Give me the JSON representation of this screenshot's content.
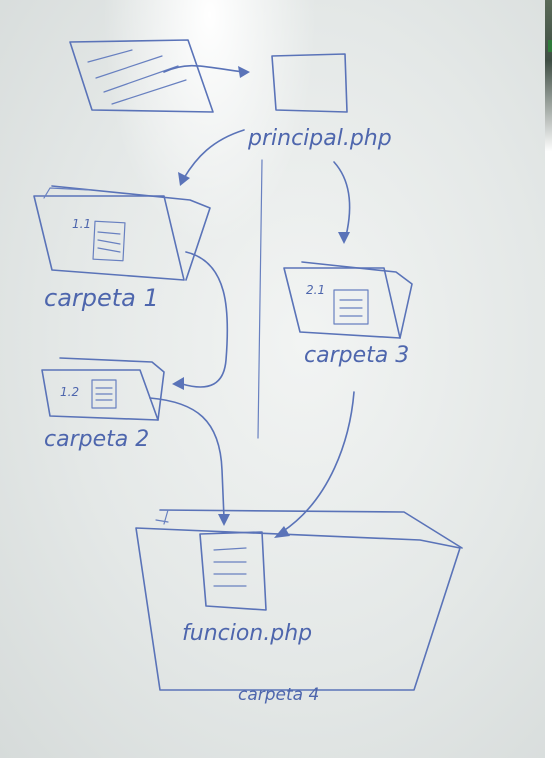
{
  "diagram": {
    "ink_color": "#5a73b8",
    "labels": {
      "principal": "principal.php",
      "carpeta1": "carpeta 1",
      "carpeta2": "carpeta 2",
      "carpeta3": "carpeta 3",
      "funcion": "funcion.php",
      "carpeta4": "carpeta 4",
      "file_1_1": "1.1",
      "file_1_2": "1.2",
      "file_2_1": "2.1"
    }
  }
}
